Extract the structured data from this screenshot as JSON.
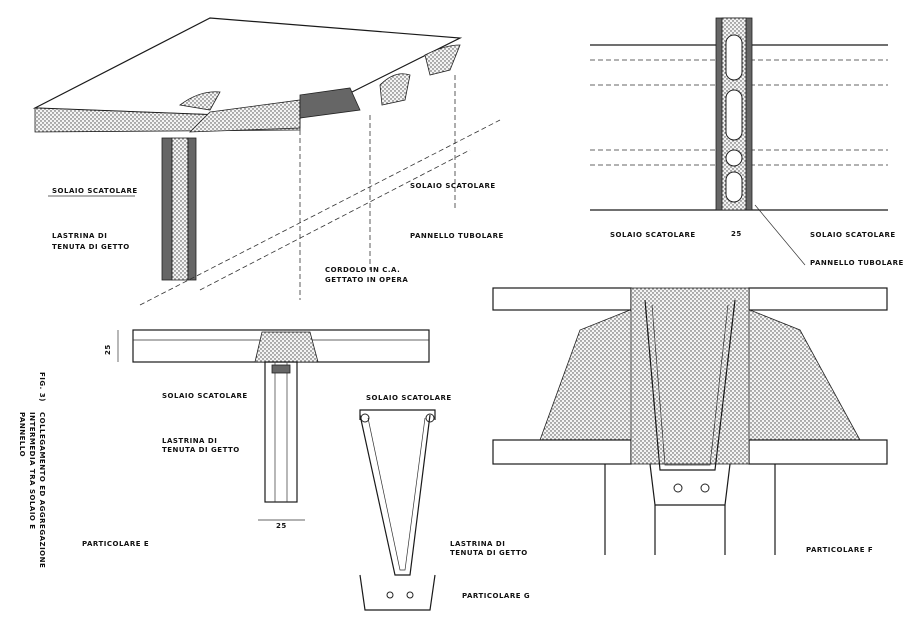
{
  "figure": {
    "caption_number": "FIG. 3)",
    "caption_lines": [
      "COLLEGAMENTO ED AGGREGAZIONE",
      "INTERMEDIA TRA SOLAIO E",
      "PANNELLO"
    ]
  },
  "labels": {
    "solaio_scatolare": "SOLAIO SCATOLARE",
    "lastrina_1": "LASTRINA DI",
    "lastrina_2": "TENUTA DI GETTO",
    "pannello_tubolare": "PANNELLO TUBOLARE",
    "cordolo_1": "CORDOLO IN C.A.",
    "cordolo_2": "GETTATO IN OPERA",
    "dim_25": "25"
  },
  "details": {
    "e": "PARTICOLARE E",
    "f": "PARTICOLARE F",
    "g": "PARTICOLARE G"
  }
}
